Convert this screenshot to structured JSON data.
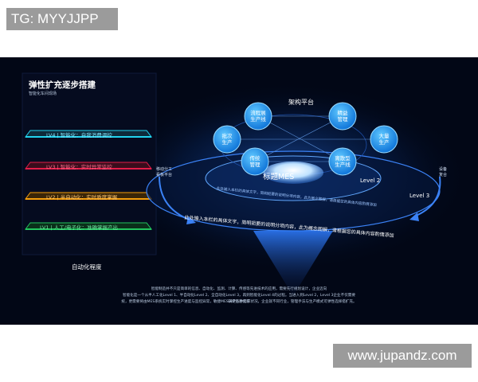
{
  "watermarks": {
    "top_left": "TG: MYYJJPP",
    "bottom_right": "www.jupandz.com"
  },
  "left_panel": {
    "title": "弹性扩充逐步搭建",
    "subtitle": "智能化车间现场",
    "levels": [
      {
        "label": "LV4 | 智能化：自我消费调控",
        "color": "#22d3ee"
      },
      {
        "label": "LV3 | 智能化：实时异常监控",
        "color": "#e11d48"
      },
      {
        "label": "LV2 | 半自动化：实时质度掌握",
        "color": "#f59e0b"
      },
      {
        "label": "LV1 | 人工/电子化：准确掌握产出",
        "color": "#22c55e"
      }
    ],
    "axis_label": "自动化程度"
  },
  "platform": {
    "title": "架构平台",
    "nodes": [
      {
        "label": "流程展\n生产线"
      },
      {
        "label": "精益\n管理"
      },
      {
        "label": "批次\n生产"
      },
      {
        "label": "大量\n生产"
      },
      {
        "label": "传统\n管理"
      },
      {
        "label": "离散型\n生产线"
      }
    ],
    "center_label": "标题MES",
    "level2": "Level 2",
    "level3": "Level 3",
    "left_side": "移动分工\n看板平台",
    "right_side": "设备\n复合",
    "arc_text_small": "此处输入本栏的具体文字，简明扼要的说明分项内容，此为概念图解，请根据您的具体内容酌情添加",
    "arc_text_large": "此处输入本栏的具体文字，简明扼要的说明分项内容，此为概念图解，请根据您的具体内容酌情添加"
  },
  "bottom_text": [
    "智能制造并不只是简单的信息、自动化、监测、计算、传感等先进技术的应用，需要先行规划设计，企业迈向",
    "智能化是一个从半人工化Level 1、半自动化Level 2、全自动化Level 3，再到智能化Level 4的过程。当进入到Level 2，Level 3企业不仅需要ERP信息化系",
    "统，更需要将由MES系统实时掌控生产进度与监控异常，敏捷MES满足各种需求状况，企业就不同行业，管理手法与生产模式可弹性选择搭扩充。"
  ]
}
